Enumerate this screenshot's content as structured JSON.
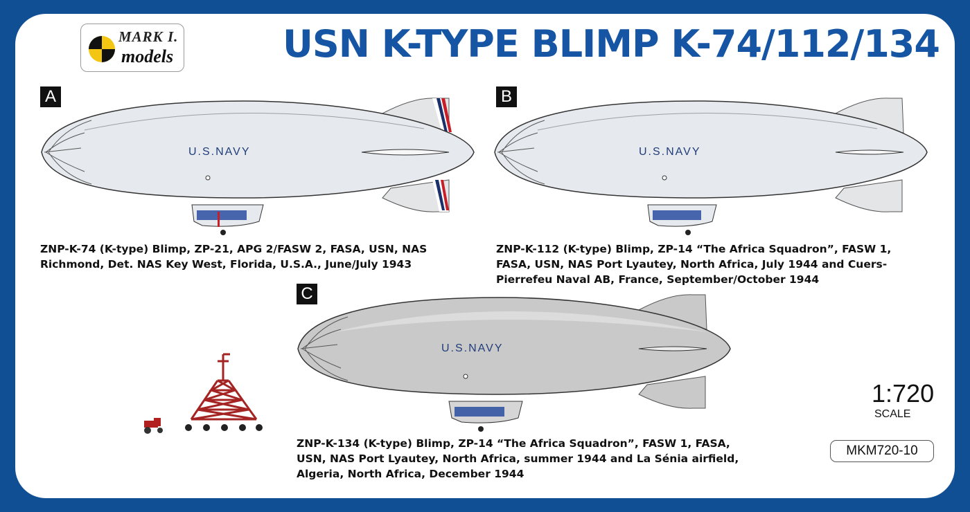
{
  "logo": {
    "line1": "MARK I.",
    "line2": "models"
  },
  "title": "USN K-TYPE BLIMP K-74/112/134",
  "profiles": [
    {
      "letter": "A",
      "marking": "U.S.NAVY",
      "caption": [
        "ZNP-K-74 (K-type) Blimp, ZP-21, APG 2/FASW 2, FASA, USN, NAS",
        "Richmond, Det. NAS Key West, Florida, U.S.A., June/July 1943"
      ]
    },
    {
      "letter": "B",
      "marking": "U.S.NAVY",
      "caption": [
        "ZNP-K-112 (K-type) Blimp, ZP-14 “The Africa Squadron”, FASW 1,",
        "FASA, USN, NAS Port Lyautey, North Africa, July 1944 and Cuers-",
        "Pierrefeu Naval AB, France, September/October 1944"
      ]
    },
    {
      "letter": "C",
      "marking": "U.S.NAVY",
      "caption": [
        "ZNP-K-134 (K-type) Blimp, ZP-14 “The Africa Squadron”, FASW 1, FASA,",
        "USN, NAS Port Lyautey, North Africa, summer 1944 and La Sénia airfield,",
        "Algeria, North Africa, December 1944"
      ]
    }
  ],
  "scale": {
    "ratio": "1:720",
    "label": "SCALE"
  },
  "product_code": "MKM720-10"
}
